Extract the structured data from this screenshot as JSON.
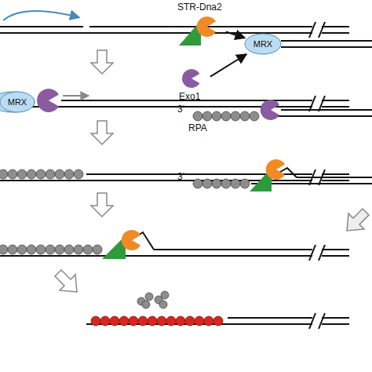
{
  "diagram": {
    "nodes": [
      {
        "text": [
          "STR-Dna2"
        ]
      },
      {
        "text": [
          "MRX"
        ]
      },
      {
        "text": [
          "Exo1"
        ]
      },
      {
        "text": [
          "MRX"
        ]
      }
    ],
    "edges": [
      {
        "from": 0,
        "to": 1,
        "arrow": "to"
      },
      {
        "from": 2,
        "to": 1,
        "arrow": "to"
      }
    ],
    "labels": [
      "3′",
      "RPA",
      "3′"
    ]
  }
}
